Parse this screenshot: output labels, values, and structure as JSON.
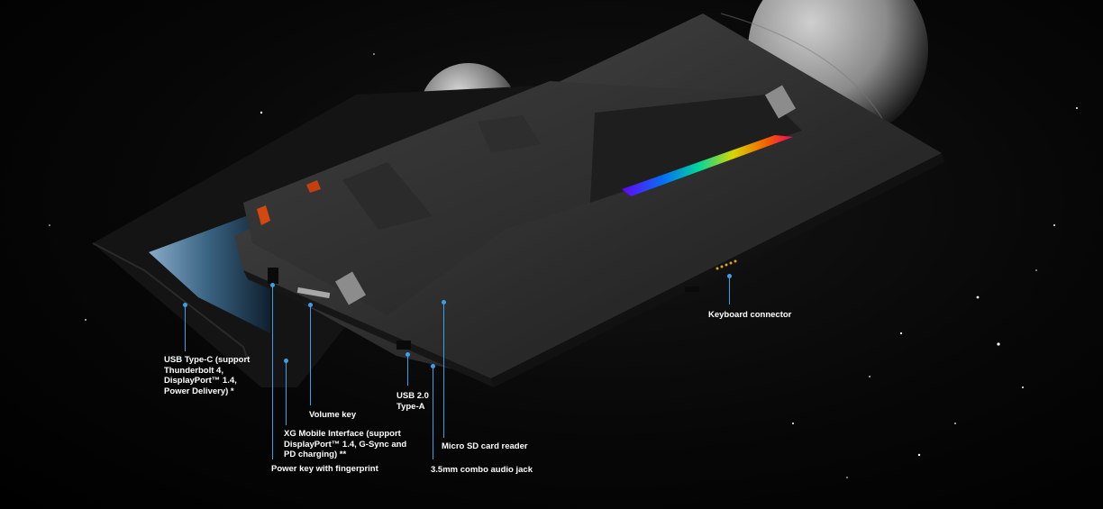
{
  "callouts": {
    "usb_c": "USB Type-C (support\nThunderbolt 4,\nDisplayPort™ 1.4,\nPower Delivery) *",
    "volume_key": "Volume key",
    "xg_mobile": "XG Mobile Interface (support\nDisplayPort™ 1.4, G-Sync and\nPD charging) **",
    "power_key": "Power key with fingerprint",
    "usb_a": "USB 2.0\nType-A",
    "micro_sd": "Micro SD card reader",
    "audio_jack": "3.5mm combo audio jack",
    "keyboard_connector": "Keyboard connector"
  },
  "colors": {
    "callout_line": "#3aa0e8",
    "label_text": "#ffffff",
    "background": "#000000"
  },
  "icons": [
    "planet-icon",
    "star-icon"
  ]
}
